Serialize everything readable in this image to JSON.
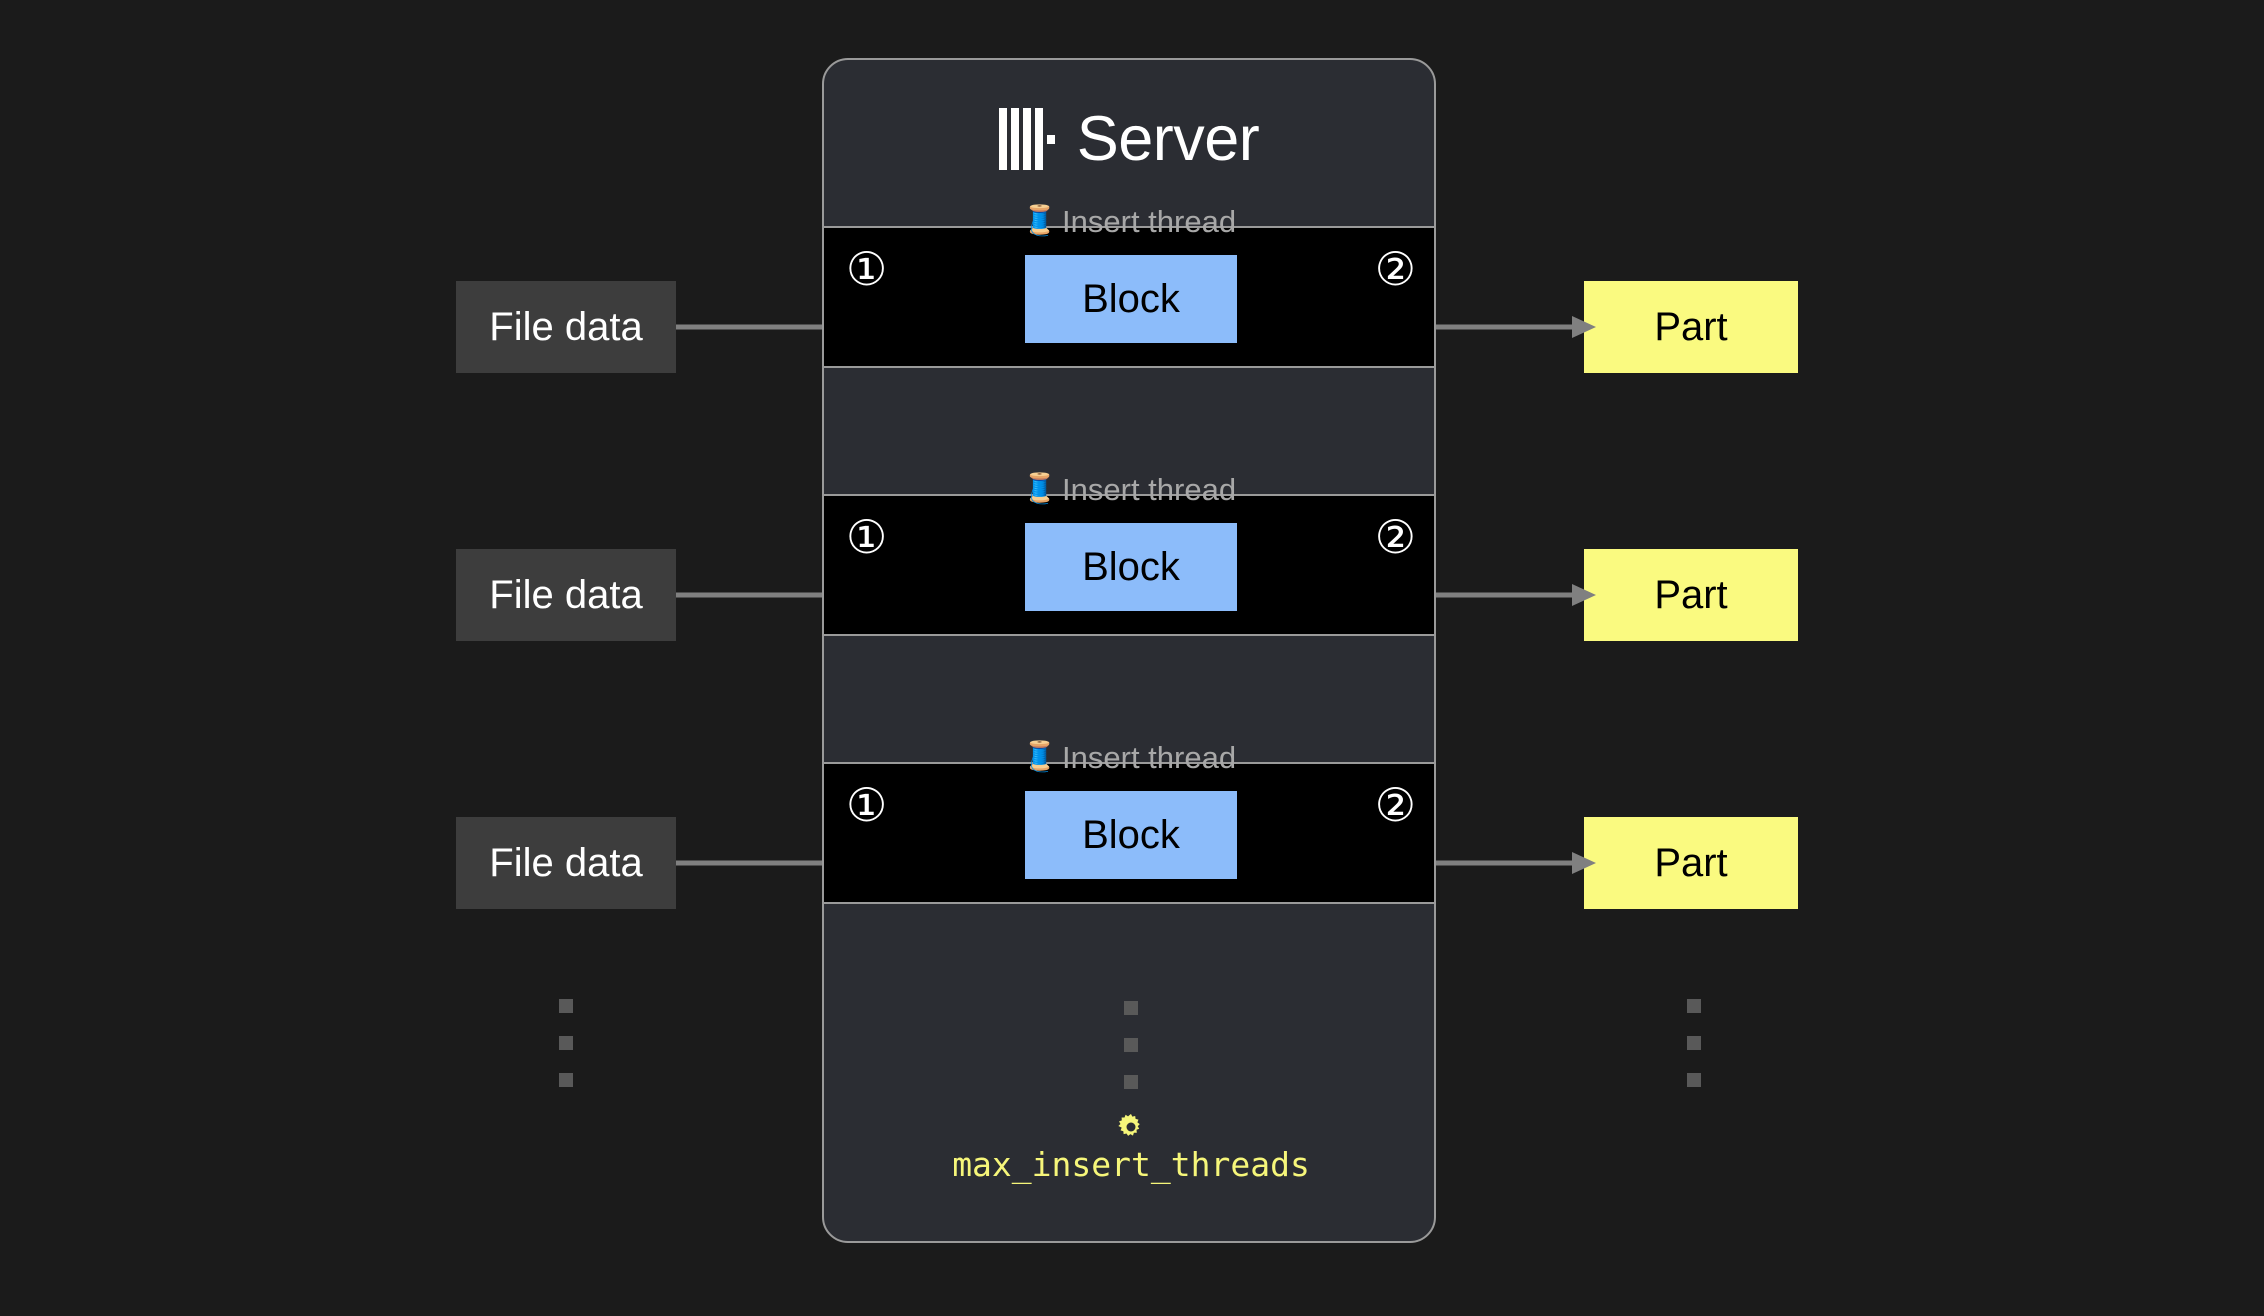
{
  "page": {
    "background_color": "#1b1b1b",
    "title": "ClickHouse Server parallel insert threads"
  },
  "server": {
    "title": "Server",
    "logo_icon": "clickhouse-logo-icon",
    "panel_color": "#2b2d33",
    "border_color": "#9a9a9a"
  },
  "legend": {
    "step_in": "①",
    "step_out": "②",
    "thread_label": "Insert thread",
    "thread_icon": "🧵"
  },
  "colors": {
    "block": "#8cbcfa",
    "part": "#fafa80",
    "file_data": "#3d3d3d",
    "arrow": "#808080",
    "setting_text": "#f6f67a",
    "lane_background": "#000000",
    "dot": "#595959"
  },
  "rows": [
    {
      "file_label": "File data",
      "thread_label": "Insert thread",
      "thread_icon": "🧵",
      "step_in": "①",
      "block_label": "Block",
      "step_out": "②",
      "part_label": "Part"
    },
    {
      "file_label": "File data",
      "thread_label": "Insert thread",
      "thread_icon": "🧵",
      "step_in": "①",
      "block_label": "Block",
      "step_out": "②",
      "part_label": "Part"
    },
    {
      "file_label": "File data",
      "thread_label": "Insert thread",
      "thread_icon": "🧵",
      "step_in": "①",
      "block_label": "Block",
      "step_out": "②",
      "part_label": "Part"
    }
  ],
  "ellipsis": {
    "dot_count": 3
  },
  "setting": {
    "icon": "gear-icon",
    "name": "max_insert_threads"
  }
}
